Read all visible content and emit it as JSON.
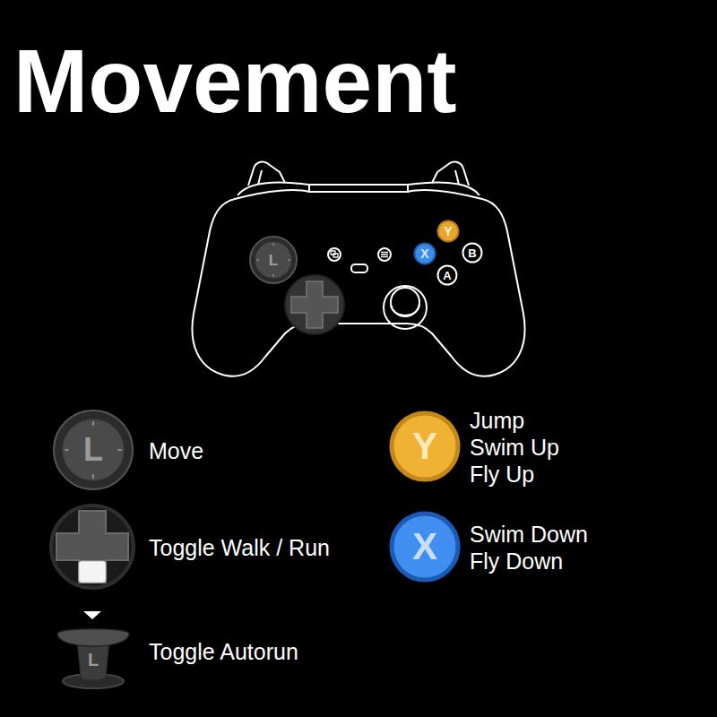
{
  "diagram": {
    "title": "Movement",
    "nodes": [
      {
        "text": [
          "L"
        ]
      },
      {
        "text": [
          "Y"
        ]
      },
      {
        "text": [
          "X"
        ]
      },
      {
        "text": [
          "B"
        ]
      },
      {
        "text": [
          "A"
        ]
      },
      {
        "text": [
          "L"
        ]
      },
      {
        "text": [
          "Y"
        ]
      },
      {
        "text": [
          "X"
        ]
      },
      {
        "text": [
          "L"
        ]
      }
    ],
    "labels": [
      "Move",
      "Toggle Walk / Run",
      "Toggle Autorun",
      "Jump",
      "Swim Up",
      "Fly Up",
      "Swim Down",
      "Fly Down"
    ]
  }
}
